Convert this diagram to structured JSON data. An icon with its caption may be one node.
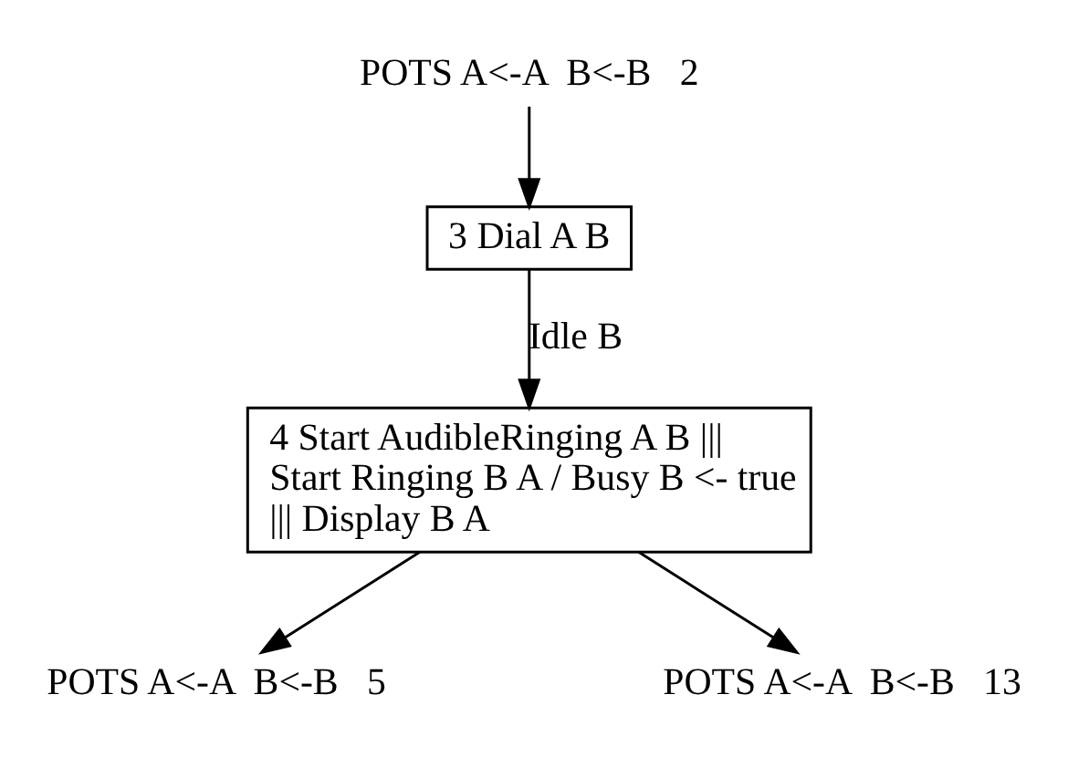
{
  "diagram": {
    "nodes": [
      {
        "text": [
          "POTS A<-A  B<-B   2"
        ]
      },
      {
        "text": [
          "3 Dial A B"
        ]
      },
      {
        "text": [
          "4 Start AudibleRinging A B ||| Start Ringing B A / Busy B <- true ||| Display B A"
        ]
      },
      {
        "text": [
          "POTS A<-A  B<-B   5"
        ]
      },
      {
        "text": [
          "POTS A<-A  B<-B   13"
        ]
      }
    ],
    "edges": [
      {
        "from": 0,
        "to": 1,
        "arrow": "to"
      },
      {
        "from": 1,
        "to": 2,
        "arrow": "to",
        "label": "Idle B"
      },
      {
        "from": 2,
        "to": 3,
        "arrow": "to"
      },
      {
        "from": 2,
        "to": 4,
        "arrow": "to"
      }
    ]
  }
}
